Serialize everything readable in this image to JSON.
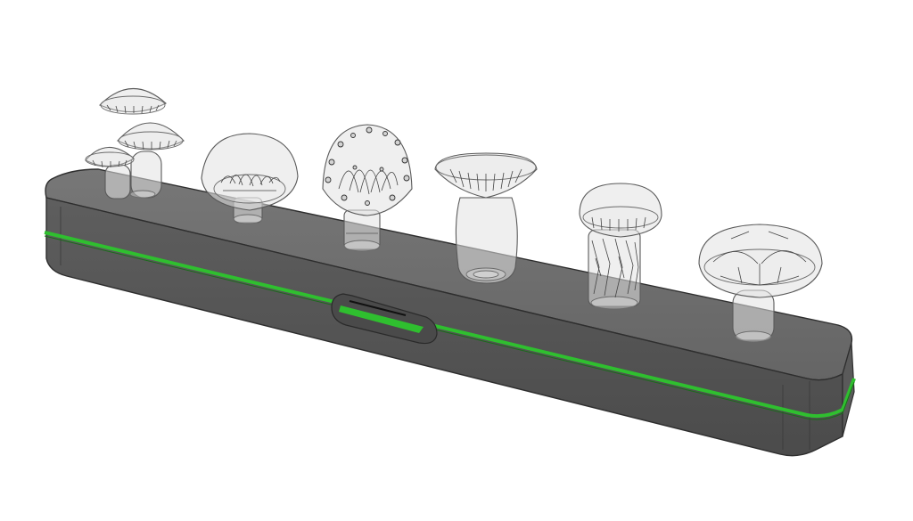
{
  "scene": {
    "background": "#ffffff",
    "base_color_top": "#6e6e6e",
    "base_color_front": "#545454",
    "accent_strip_color": "#2fbf2f",
    "glass_fill": "rgba(225,225,225,0.55)",
    "outline_color": "#5a5a5a"
  },
  "models": [
    {
      "name": "mushroom-cluster-model"
    },
    {
      "name": "round-cap-mushroom-model"
    },
    {
      "name": "spotted-cap-mushroom-model"
    },
    {
      "name": "flared-cap-mushroom-model"
    },
    {
      "name": "patterned-stem-mushroom-model"
    },
    {
      "name": "slotted-cap-mushroom-model"
    }
  ]
}
